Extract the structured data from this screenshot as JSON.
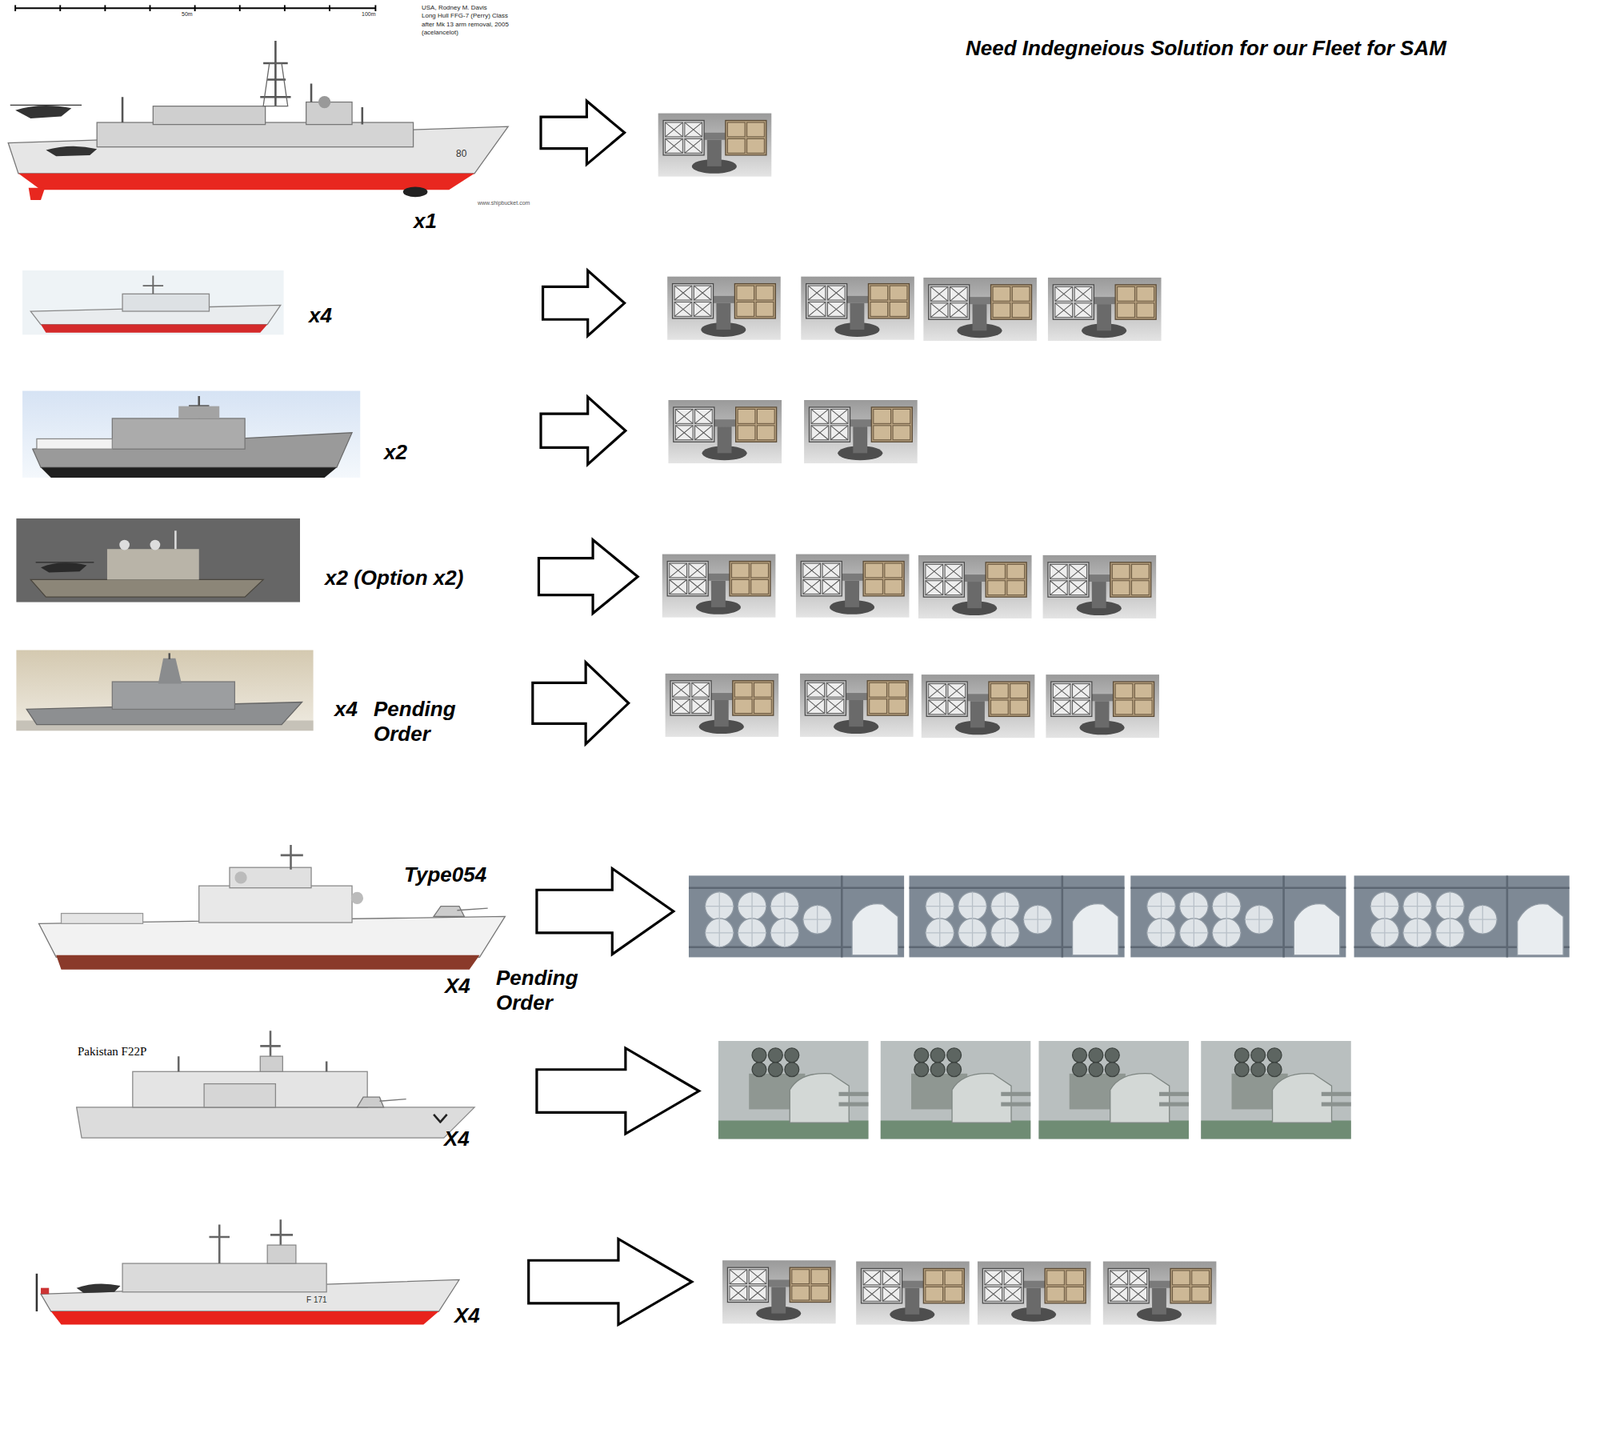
{
  "diagram": {
    "title": "Need Indegneious Solution for our Fleet for SAM",
    "labels": [
      "USA, Rodney M. Davis",
      "Long Hull FFG-7 (Perry) Class",
      "after Mk 13 arm removal, 2005",
      "(acelancelot)",
      "50m",
      "100m",
      "80",
      "www.shipbucket.com",
      "x1",
      "x4",
      "x2",
      "x2 (Option x2)",
      "x4",
      "Pending Order",
      "Type054",
      "X4",
      "Pending Order",
      "Pakistan F22P",
      "X4",
      "F 171",
      "X4"
    ]
  }
}
